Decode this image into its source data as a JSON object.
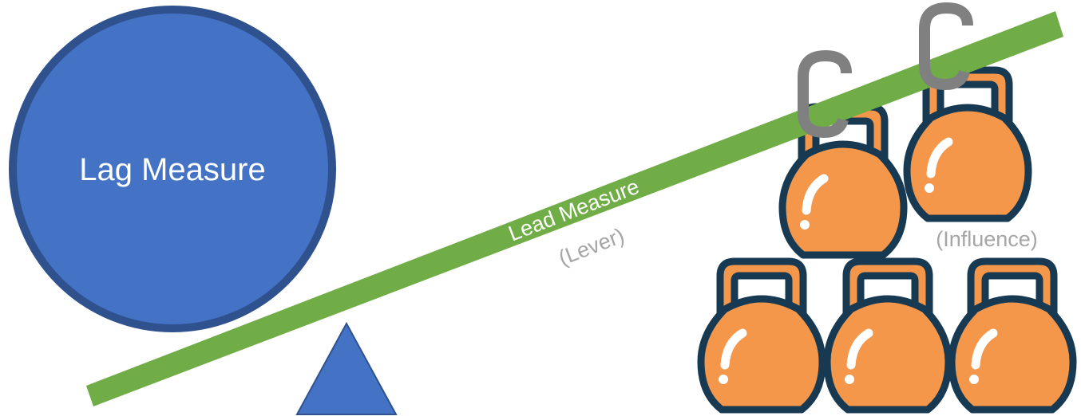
{
  "diagram": {
    "lag_measure_label": "Lag Measure",
    "lead_measure_label": "Lead Measure",
    "lever_label": "(Lever)",
    "influence_label": "(Influence)"
  },
  "colors": {
    "lag_fill": "#4472c4",
    "lag_stroke": "#2f528f",
    "lever_green": "#70ad47",
    "fulcrum_fill": "#4472c4",
    "kettlebell_fill": "#f4974a",
    "kettlebell_outline": "#173a52",
    "chain_gray": "#808080",
    "note_gray": "#a6a6a6"
  },
  "icons": [
    "kettlebell-icon",
    "chain-link-icon"
  ]
}
